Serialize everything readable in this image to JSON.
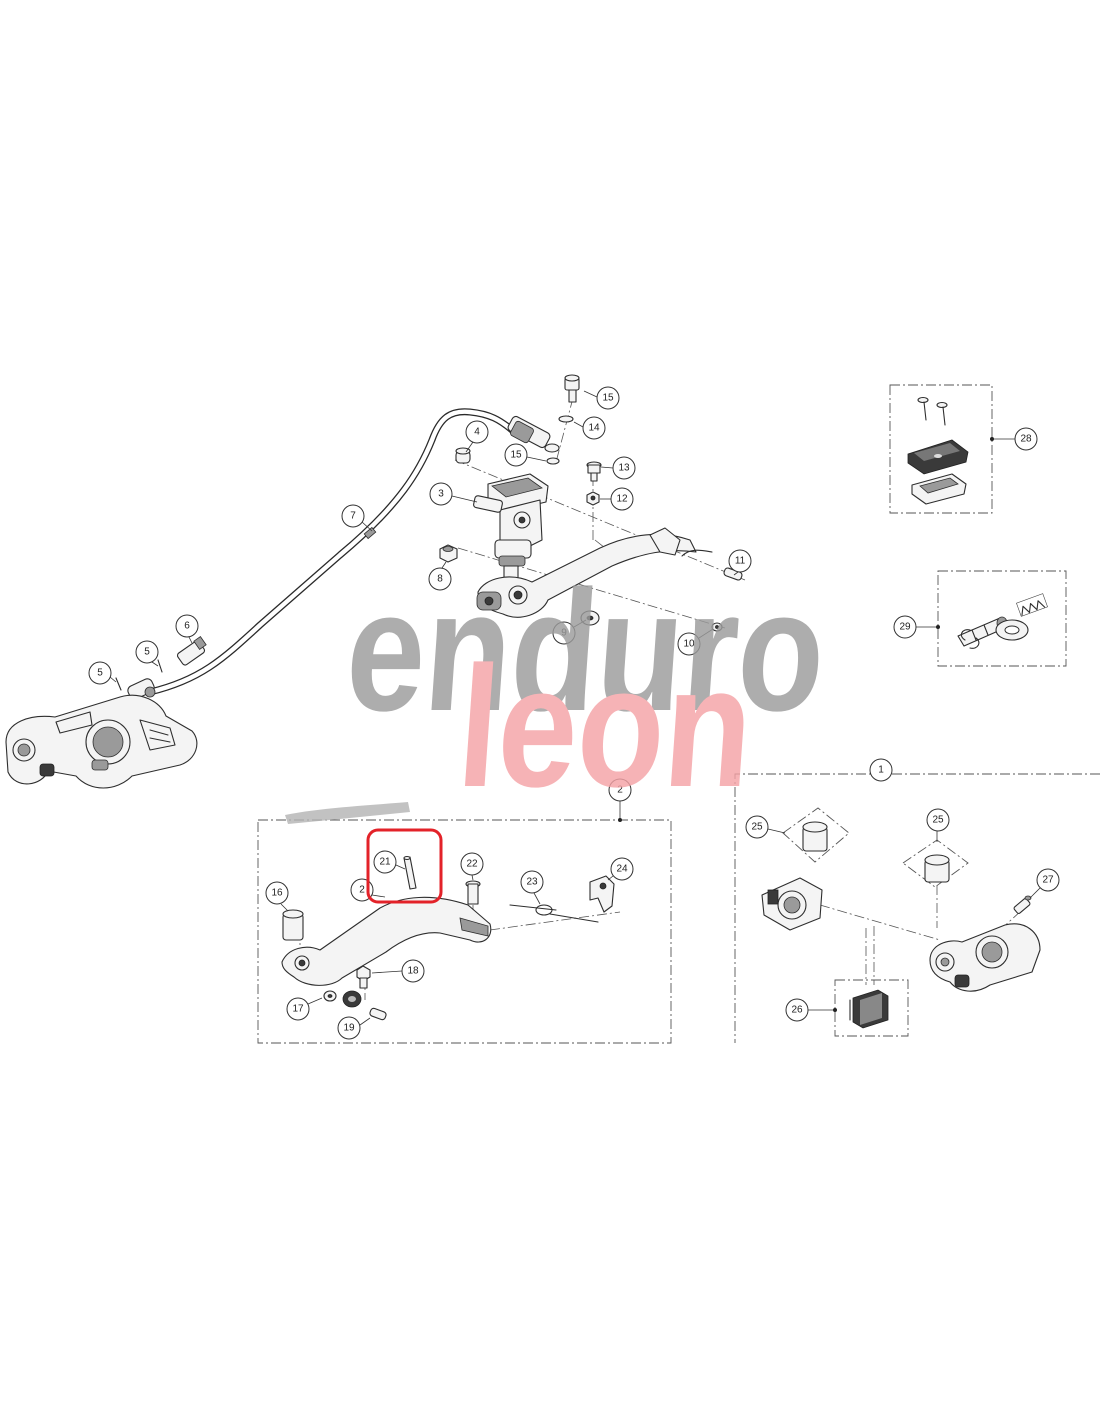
{
  "watermark": {
    "line1": "enduro",
    "line2": "leon"
  },
  "callouts": [
    "15",
    "14",
    "4",
    "15",
    "13",
    "12",
    "3",
    "7",
    "28",
    "11",
    "8",
    "9",
    "10",
    "6",
    "5",
    "5",
    "29",
    "1",
    "2",
    "25",
    "25",
    "27",
    "21",
    "22",
    "23",
    "24",
    "16",
    "2",
    "18",
    "17",
    "19",
    "26"
  ],
  "colors": {
    "highlight": "#e32229",
    "watermark_gray": "#9b9b9b",
    "watermark_pink": "#f5a3a6",
    "line": "#2e2e2e"
  }
}
